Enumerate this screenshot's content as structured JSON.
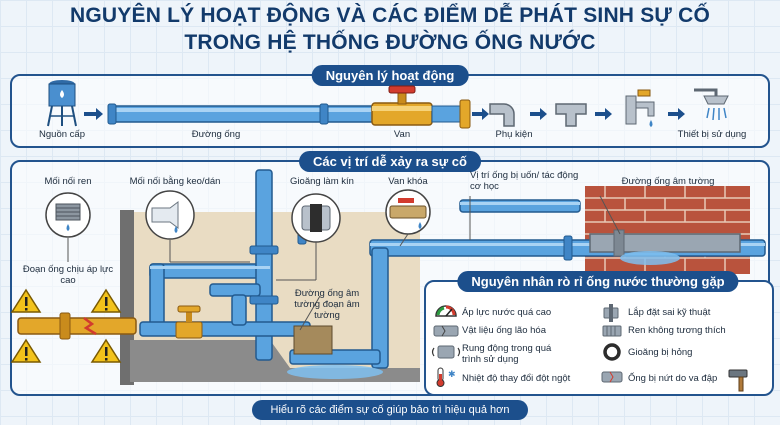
{
  "title": {
    "line1": "NGUYÊN LÝ HOẠT ĐỘNG VÀ CÁC ĐIỂM DỄ PHÁT SINH SỰ CỐ",
    "line2": "TRONG HỆ THỐNG ĐƯỜNG ỐNG NƯỚC"
  },
  "principle": {
    "heading": "Nguyên lý hoạt động",
    "steps": [
      "Nguồn cấp",
      "Đường ống",
      "Van",
      "Phụ kiện",
      "Thiết bị sử dụng"
    ]
  },
  "locations": {
    "heading": "Các vị trí dễ xảy ra sự cố",
    "labels": {
      "threaded_joint": "Mối nối ren",
      "glue_joint": "Mối nối bằng keo/dán",
      "gasket": "Gioăng làm kín",
      "lock_valve": "Van khóa",
      "bent_pipe": "Vị trí ống bị uốn/ tác động cơ học",
      "wall_pipe": "Đường ống âm tường",
      "high_pressure": "Đoạn ống chịu áp lực cao",
      "wall_section": "Đường ống âm tường đoạn âm tường"
    }
  },
  "causes": {
    "heading": "Nguyên nhân rò rỉ ống nước thường gặp",
    "items": [
      {
        "text": "Áp lực nước quá cao",
        "icon": "pressure-gauge-icon"
      },
      {
        "text": "Lắp đặt sai kỹ thuật",
        "icon": "wrench-icon"
      },
      {
        "text": "Vật liệu ống lão hóa",
        "icon": "worn-pipe-icon"
      },
      {
        "text": "Ren không tương thích",
        "icon": "thread-icon"
      },
      {
        "text": "Rung động trong quá trình sử dụng",
        "icon": "vibration-icon"
      },
      {
        "text": "Gioăng bị hỏng",
        "icon": "gasket-ring-icon"
      },
      {
        "text": "Nhiệt độ thay đổi đột ngột",
        "icon": "thermometer-icon"
      },
      {
        "text": "Ống bị nứt do va đập",
        "icon": "hammer-icon"
      }
    ]
  },
  "footer": "Hiểu rõ các điểm sự cố giúp bảo trì hiệu quả hơn",
  "colors": {
    "navy": "#1c4f8c",
    "pipe_blue": "#5aa3df",
    "brass": "#e3a72a",
    "brick": "#b9533d",
    "warning_yellow": "#f2c21b"
  }
}
